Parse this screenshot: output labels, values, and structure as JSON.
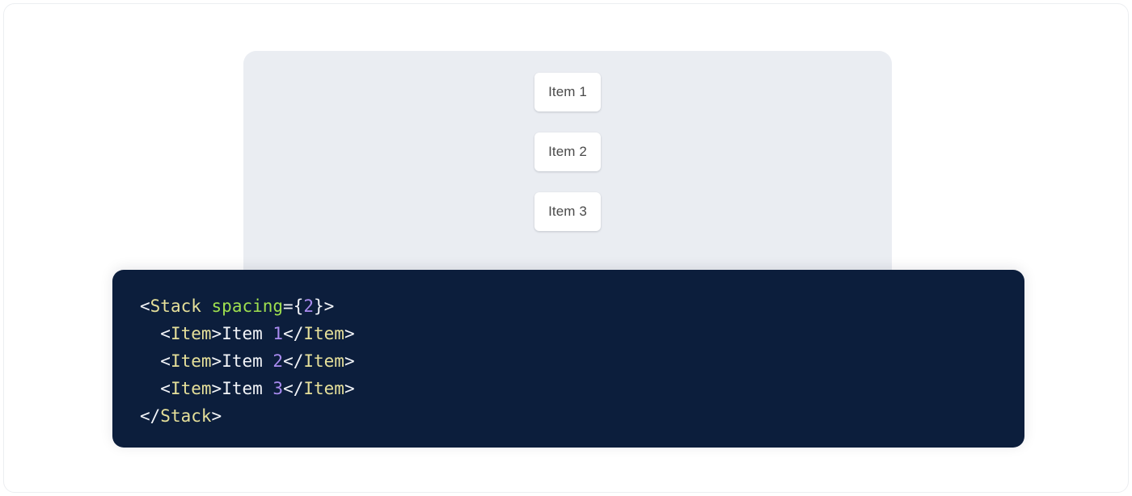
{
  "frame": {
    "background": "#ffffff",
    "border_color": "#eceef1"
  },
  "preview": {
    "name": "stack-preview-surface",
    "background": "#eaedf2",
    "stack": {
      "direction": "column",
      "spacing": 2,
      "items": [
        {
          "label": "Item 1"
        },
        {
          "label": "Item 2"
        },
        {
          "label": "Item 3"
        }
      ]
    }
  },
  "code": {
    "name": "code-snippet-panel",
    "background": "#0c1e3c",
    "language": "jsx",
    "theme": {
      "punctuation": "#f2f4f8",
      "tag": "#e6e09a",
      "attribute": "#9fe04f",
      "number": "#a98bf0",
      "text": "#f2f4f8"
    },
    "lines": [
      {
        "indent": "",
        "tokens": [
          {
            "t": "punct",
            "v": "<"
          },
          {
            "t": "tag",
            "v": "Stack"
          },
          {
            "t": "text",
            "v": " "
          },
          {
            "t": "attr",
            "v": "spacing"
          },
          {
            "t": "punct",
            "v": "={"
          },
          {
            "t": "num",
            "v": "2"
          },
          {
            "t": "punct",
            "v": "}>"
          }
        ]
      },
      {
        "indent": "  ",
        "tokens": [
          {
            "t": "punct",
            "v": "<"
          },
          {
            "t": "tag",
            "v": "Item"
          },
          {
            "t": "punct",
            "v": ">"
          },
          {
            "t": "text",
            "v": "Item "
          },
          {
            "t": "num",
            "v": "1"
          },
          {
            "t": "punct",
            "v": "</"
          },
          {
            "t": "tag",
            "v": "Item"
          },
          {
            "t": "punct",
            "v": ">"
          }
        ]
      },
      {
        "indent": "  ",
        "tokens": [
          {
            "t": "punct",
            "v": "<"
          },
          {
            "t": "tag",
            "v": "Item"
          },
          {
            "t": "punct",
            "v": ">"
          },
          {
            "t": "text",
            "v": "Item "
          },
          {
            "t": "num",
            "v": "2"
          },
          {
            "t": "punct",
            "v": "</"
          },
          {
            "t": "tag",
            "v": "Item"
          },
          {
            "t": "punct",
            "v": ">"
          }
        ]
      },
      {
        "indent": "  ",
        "tokens": [
          {
            "t": "punct",
            "v": "<"
          },
          {
            "t": "tag",
            "v": "Item"
          },
          {
            "t": "punct",
            "v": ">"
          },
          {
            "t": "text",
            "v": "Item "
          },
          {
            "t": "num",
            "v": "3"
          },
          {
            "t": "punct",
            "v": "</"
          },
          {
            "t": "tag",
            "v": "Item"
          },
          {
            "t": "punct",
            "v": ">"
          }
        ]
      },
      {
        "indent": "",
        "tokens": [
          {
            "t": "punct",
            "v": "</"
          },
          {
            "t": "tag",
            "v": "Stack"
          },
          {
            "t": "punct",
            "v": ">"
          }
        ]
      }
    ]
  }
}
